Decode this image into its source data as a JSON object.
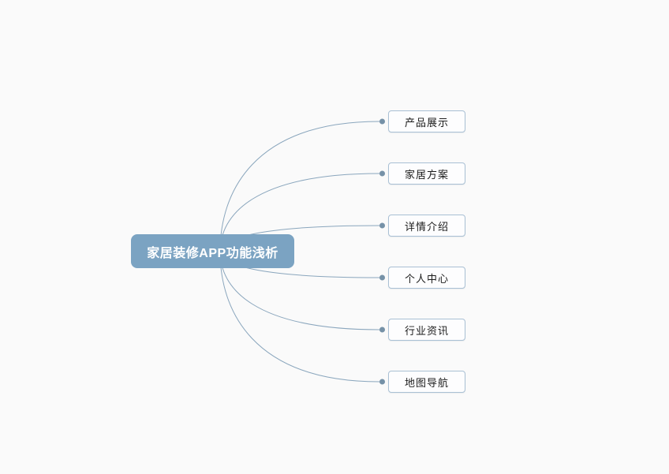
{
  "mindmap": {
    "root": {
      "label": "家居装修APP功能浅析",
      "fill": "#7ba3c2",
      "text_color": "#ffffff"
    },
    "children": [
      {
        "label": "产品展示"
      },
      {
        "label": "家居方案"
      },
      {
        "label": "详情介绍"
      },
      {
        "label": "个人中心"
      },
      {
        "label": "行业资讯"
      },
      {
        "label": "地图导航"
      }
    ],
    "colors": {
      "page_background": "#fafafa",
      "edge": "#8aa6bd",
      "endpoint_dot": "#7591a7",
      "leaf_border": "#a9c0d4",
      "leaf_fill": "#fdfdfe",
      "leaf_text": "#1c1c1c"
    }
  }
}
